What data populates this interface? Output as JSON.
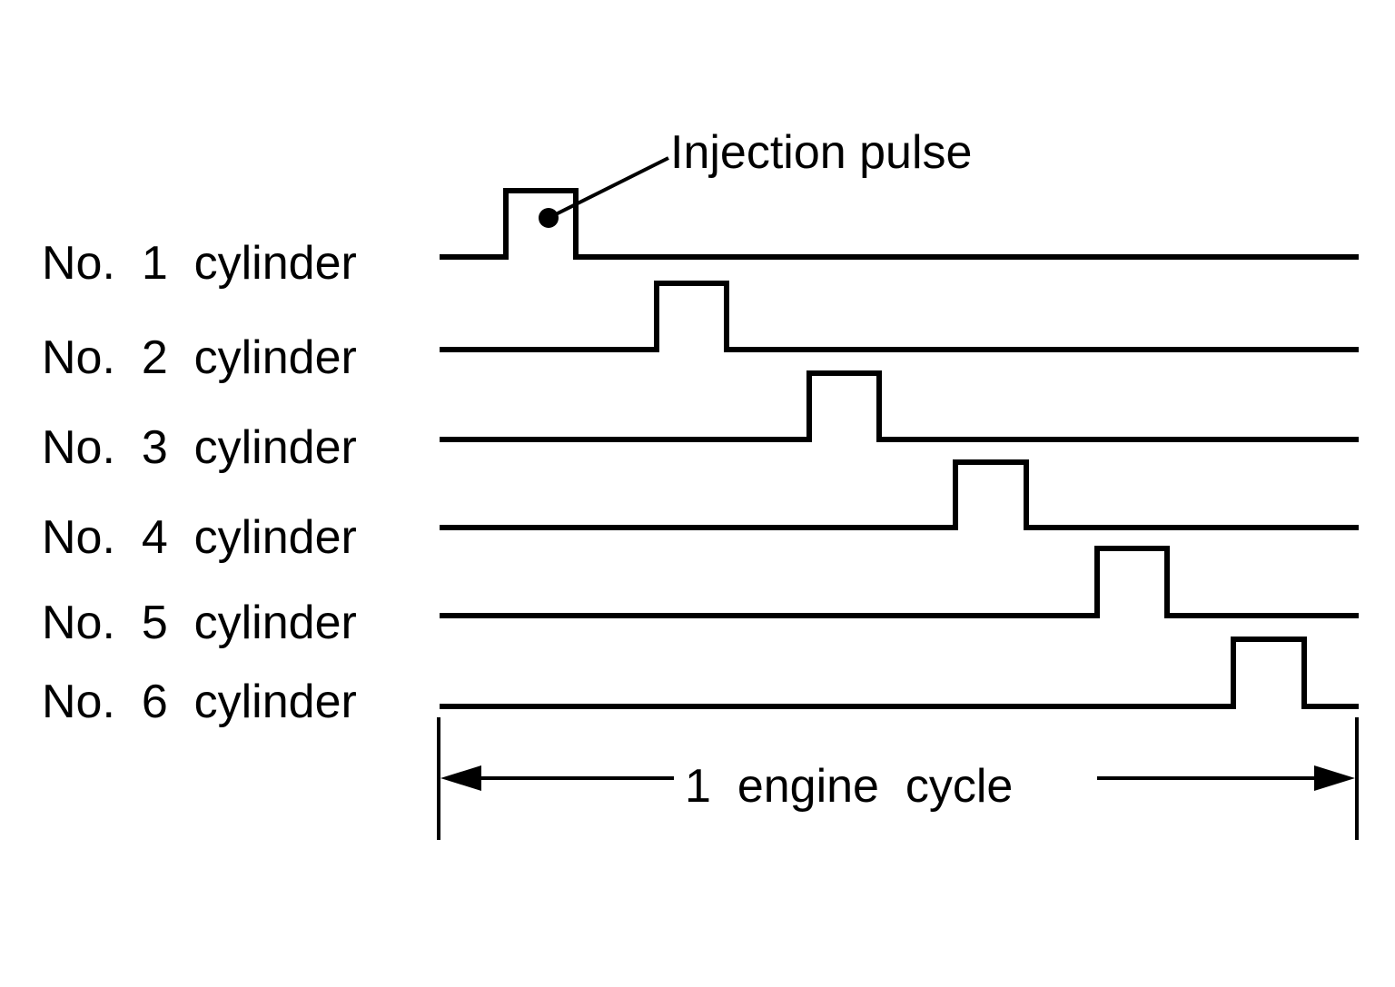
{
  "annotation": {
    "label": "Injection pulse"
  },
  "cylinders": [
    {
      "label": "No.  1  cylinder"
    },
    {
      "label": "No.  2  cylinder"
    },
    {
      "label": "No.  3  cylinder"
    },
    {
      "label": "No.  4  cylinder"
    },
    {
      "label": "No.  5  cylinder"
    },
    {
      "label": "No.  6  cylinder"
    }
  ],
  "cycle": {
    "label": "1  engine  cycle"
  },
  "colors": {
    "ink": "#000000",
    "background": "#ffffff"
  }
}
